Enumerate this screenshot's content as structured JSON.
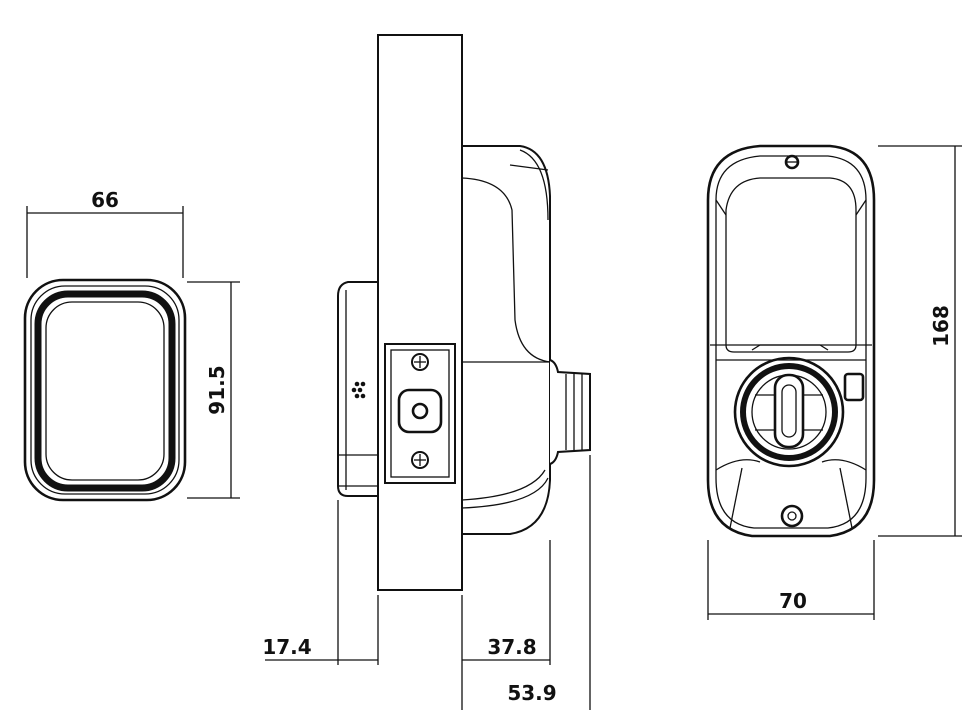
{
  "dimensions": {
    "front_width": "66",
    "front_height": "91.5",
    "side_inner_depth": "17.4",
    "side_outer_depth": "37.8",
    "side_total_depth": "53.9",
    "back_width": "70",
    "back_height": "168"
  },
  "colors": {
    "line": "#111111",
    "background": "#ffffff"
  },
  "icons": [
    "screw-icon",
    "key-cylinder-icon",
    "thumb-turn-icon",
    "keypad-dots-icon"
  ]
}
